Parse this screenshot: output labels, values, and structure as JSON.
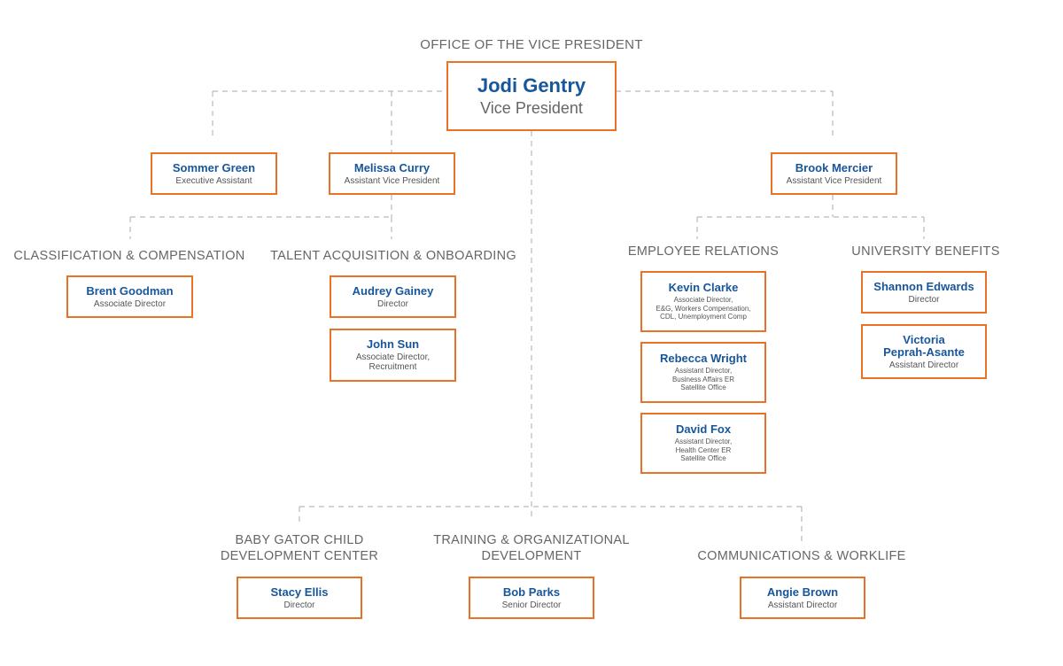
{
  "office": "OFFICE OF THE VICE PRESIDENT",
  "vp": {
    "name": "Jodi Gentry",
    "title": "Vice President"
  },
  "direct": {
    "sommer": {
      "name": "Sommer Green",
      "title": "Executive Assistant"
    },
    "melissa": {
      "name": "Melissa Curry",
      "title": "Assistant Vice President"
    },
    "brook": {
      "name": "Brook Mercier",
      "title": "Assistant Vice President"
    }
  },
  "departments": {
    "classification": "CLASSIFICATION & COMPENSATION",
    "talent": "TALENT ACQUISITION & ONBOARDING",
    "employee_relations": "EMPLOYEE RELATIONS",
    "benefits": "UNIVERSITY BENEFITS",
    "baby_gator_1": "BABY GATOR CHILD",
    "baby_gator_2": "DEVELOPMENT CENTER",
    "training_1": "TRAINING & ORGANIZATIONAL",
    "training_2": "DEVELOPMENT",
    "communications": "COMMUNICATIONS & WORKLIFE"
  },
  "staff": {
    "brent": {
      "name": "Brent Goodman",
      "title": "Associate Director"
    },
    "audrey": {
      "name": "Audrey Gainey",
      "title": "Director"
    },
    "john": {
      "name": "John Sun",
      "title": "Associate Director,\nRecruitment"
    },
    "kevin": {
      "name": "Kevin Clarke",
      "title": "Associate Director,\nE&G, Workers Compensation,\nCDL, Unemployment Comp"
    },
    "rebecca": {
      "name": "Rebecca Wright",
      "title": "Assistant Director,\nBusiness Affairs ER\nSatellite Office"
    },
    "david": {
      "name": "David Fox",
      "title": "Assistant Director,\nHealth Center ER\nSatellite Office"
    },
    "shannon": {
      "name": "Shannon Edwards",
      "title": "Director"
    },
    "victoria": {
      "name": "Victoria\nPeprah-Asante",
      "title": "Assistant Director"
    },
    "stacy": {
      "name": "Stacy Ellis",
      "title": "Director"
    },
    "bob": {
      "name": "Bob Parks",
      "title": "Senior Director"
    },
    "angie": {
      "name": "Angie Brown",
      "title": "Assistant Director"
    }
  },
  "colors": {
    "accent": "#ea7125",
    "name": "#17569b",
    "text": "#555555",
    "connector": "#b9b9b9"
  }
}
